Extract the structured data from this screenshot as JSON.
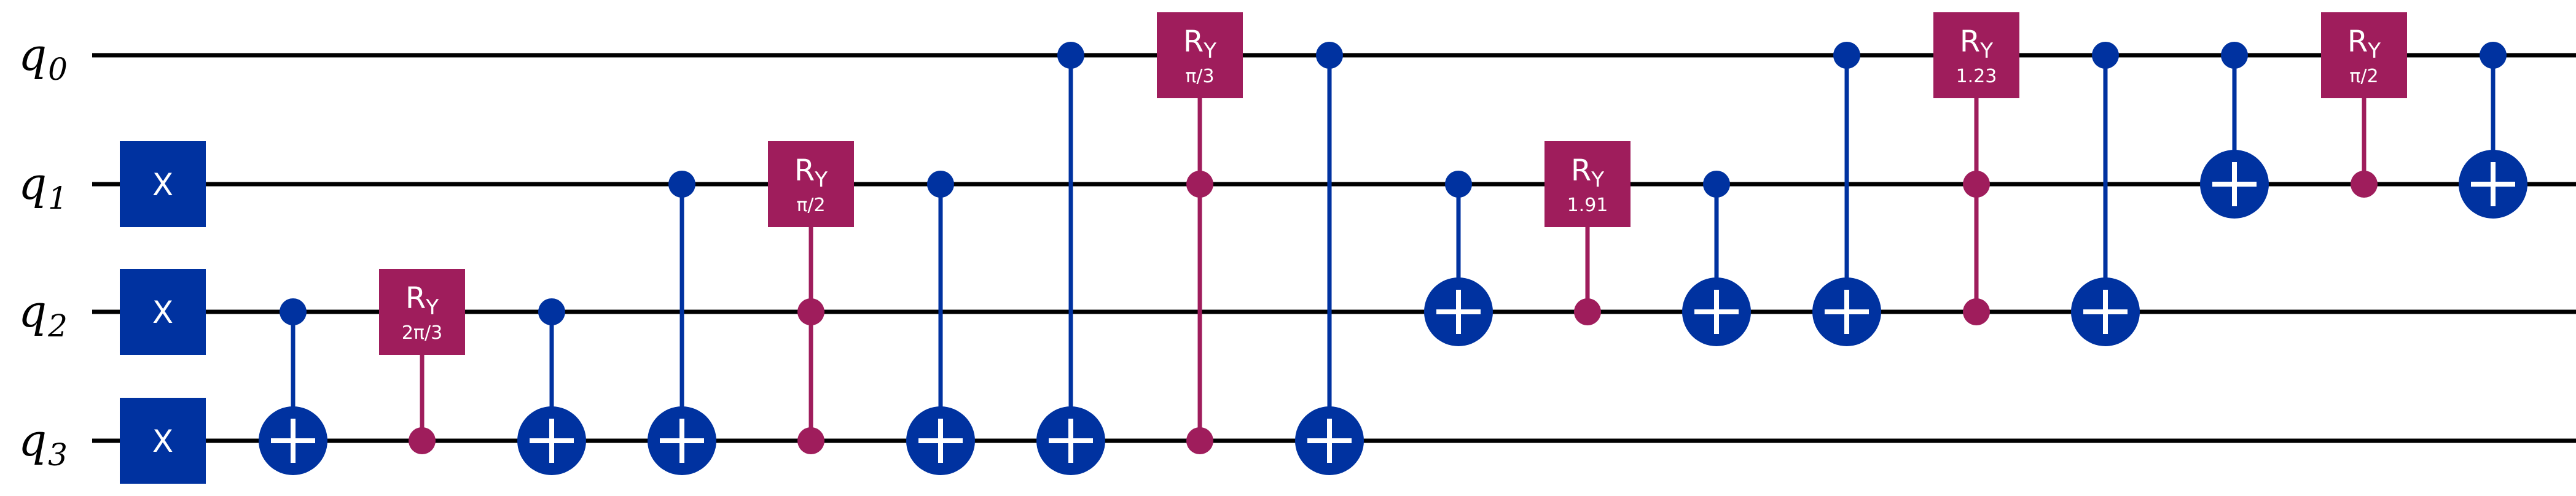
{
  "colors": {
    "wire": "#000000",
    "x_gate": "#0032a0",
    "cx": "#0032a0",
    "ry": "#9f1d5c",
    "text_on_gate": "#ffffff",
    "background": "#ffffff"
  },
  "qubits": [
    {
      "letter": "q",
      "index": "0"
    },
    {
      "letter": "q",
      "index": "1"
    },
    {
      "letter": "q",
      "index": "2"
    },
    {
      "letter": "q",
      "index": "3"
    }
  ],
  "ops": [
    {
      "type": "x",
      "label": "X",
      "q": 1,
      "col": 0
    },
    {
      "type": "x",
      "label": "X",
      "q": 2,
      "col": 0
    },
    {
      "type": "x",
      "label": "X",
      "q": 3,
      "col": 0
    },
    {
      "type": "cx",
      "c": 2,
      "t": 3,
      "col": 1
    },
    {
      "type": "cry",
      "c": 3,
      "t": 2,
      "label": "R",
      "sub": "Y",
      "param": "2π/3",
      "col": 2
    },
    {
      "type": "cx",
      "c": 2,
      "t": 3,
      "col": 3
    },
    {
      "type": "cx",
      "c": 1,
      "t": 3,
      "col": 4
    },
    {
      "type": "cry",
      "c": [
        2,
        3
      ],
      "t": 1,
      "label": "R",
      "sub": "Y",
      "param": "π/2",
      "col": 5
    },
    {
      "type": "cx",
      "c": 1,
      "t": 3,
      "col": 6
    },
    {
      "type": "cx",
      "c": 0,
      "t": 3,
      "col": 7
    },
    {
      "type": "cry",
      "c": [
        1,
        3
      ],
      "t": 0,
      "label": "R",
      "sub": "Y",
      "param": "π/3",
      "col": 8
    },
    {
      "type": "cx",
      "c": 0,
      "t": 3,
      "col": 9
    },
    {
      "type": "cx",
      "c": 1,
      "t": 2,
      "col": 10
    },
    {
      "type": "cry",
      "c": 2,
      "t": 1,
      "label": "R",
      "sub": "Y",
      "param": "1.91",
      "col": 11
    },
    {
      "type": "cx",
      "c": 1,
      "t": 2,
      "col": 12
    },
    {
      "type": "cx",
      "c": 0,
      "t": 2,
      "col": 13
    },
    {
      "type": "cry",
      "c": [
        1,
        2
      ],
      "t": 0,
      "label": "R",
      "sub": "Y",
      "param": "1.23",
      "col": 14
    },
    {
      "type": "cx",
      "c": 0,
      "t": 2,
      "col": 15
    },
    {
      "type": "cx",
      "c": 0,
      "t": 1,
      "col": 16
    },
    {
      "type": "cry",
      "c": 1,
      "t": 0,
      "label": "R",
      "sub": "Y",
      "param": "π/2",
      "col": 17
    },
    {
      "type": "cx",
      "c": 0,
      "t": 1,
      "col": 18
    }
  ]
}
